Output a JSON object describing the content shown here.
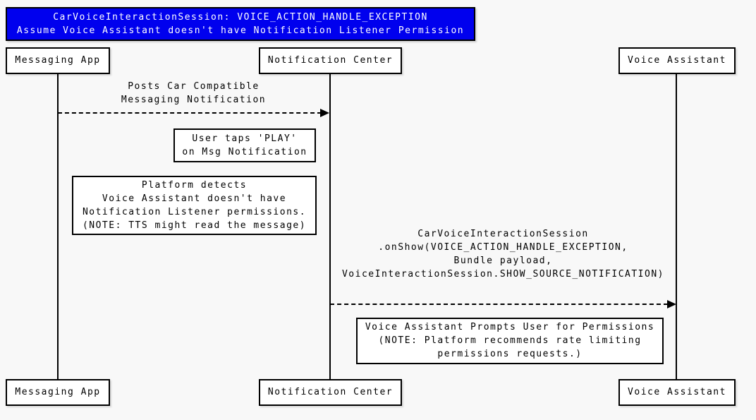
{
  "title": {
    "line1": "CarVoiceInteractionSession: VOICE_ACTION_HANDLE_EXCEPTION",
    "line2": "Assume Voice Assistant doesn't have Notification Listener Permission"
  },
  "actors": [
    {
      "label": "Messaging App"
    },
    {
      "label": "Notification Center"
    },
    {
      "label": "Voice Assistant"
    }
  ],
  "messages": [
    {
      "from": "Messaging App",
      "to": "Notification Center",
      "style": "dashed-arrow",
      "lines": [
        "Posts Car Compatible",
        "Messaging Notification"
      ]
    },
    {
      "from": "Notification Center",
      "to": "Voice Assistant",
      "style": "dashed-arrow",
      "lines": [
        "CarVoiceInteractionSession",
        ".onShow(VOICE_ACTION_HANDLE_EXCEPTION,",
        "Bundle payload,",
        "VoiceInteractionSession.SHOW_SOURCE_NOTIFICATION)"
      ]
    }
  ],
  "notes": [
    {
      "lines": [
        "User taps 'PLAY'",
        "on Msg Notification"
      ]
    },
    {
      "lines": [
        "Platform detects",
        "Voice Assistant doesn't have",
        "Notification Listener permissions.",
        "(NOTE: TTS might read the message)"
      ]
    },
    {
      "lines": [
        "Voice Assistant Prompts User for Permissions",
        "(NOTE: Platform recommends rate limiting",
        "permissions requests.)"
      ]
    }
  ],
  "colors": {
    "title_bg": "#0000ee",
    "title_fg": "#ffffff",
    "stroke": "#000000",
    "box_bg": "#ffffff",
    "canvas_bg": "#f8f8f8"
  }
}
